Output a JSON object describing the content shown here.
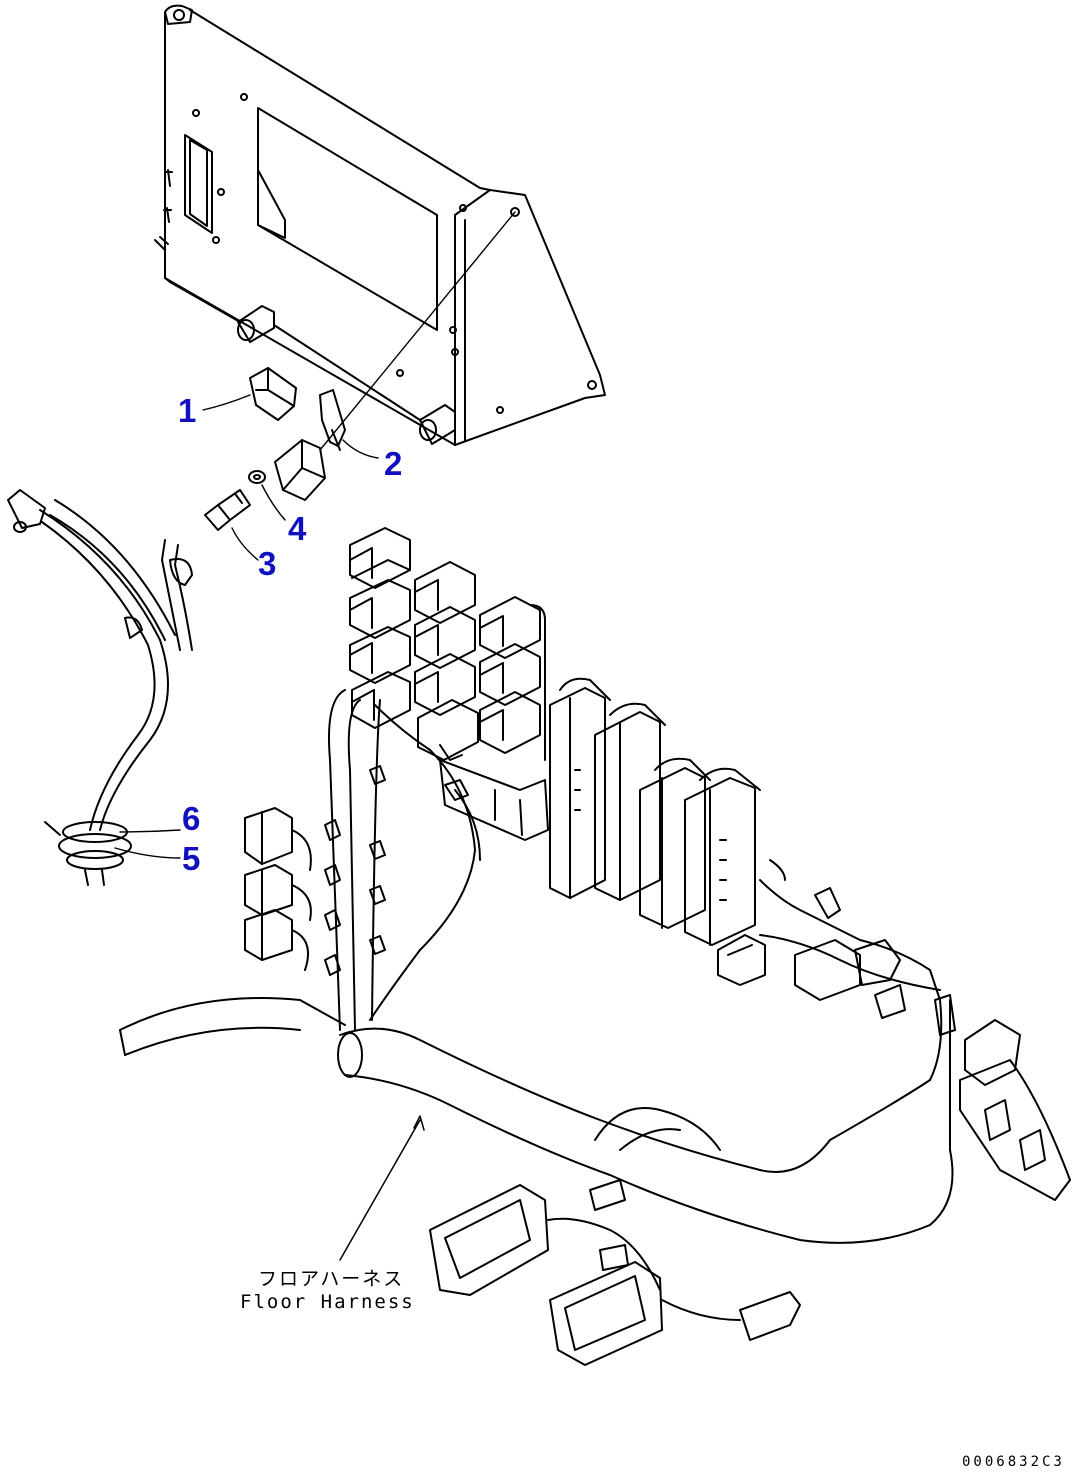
{
  "diagram": {
    "callouts": [
      "1",
      "2",
      "3",
      "4",
      "5",
      "6"
    ],
    "harness_label_jp": "フロアハーネス",
    "harness_label_en": "Floor Harness",
    "drawing_code": "0006832C3",
    "colors": {
      "line": "#000000",
      "callout": "#1010c0",
      "background": "#ffffff"
    }
  }
}
